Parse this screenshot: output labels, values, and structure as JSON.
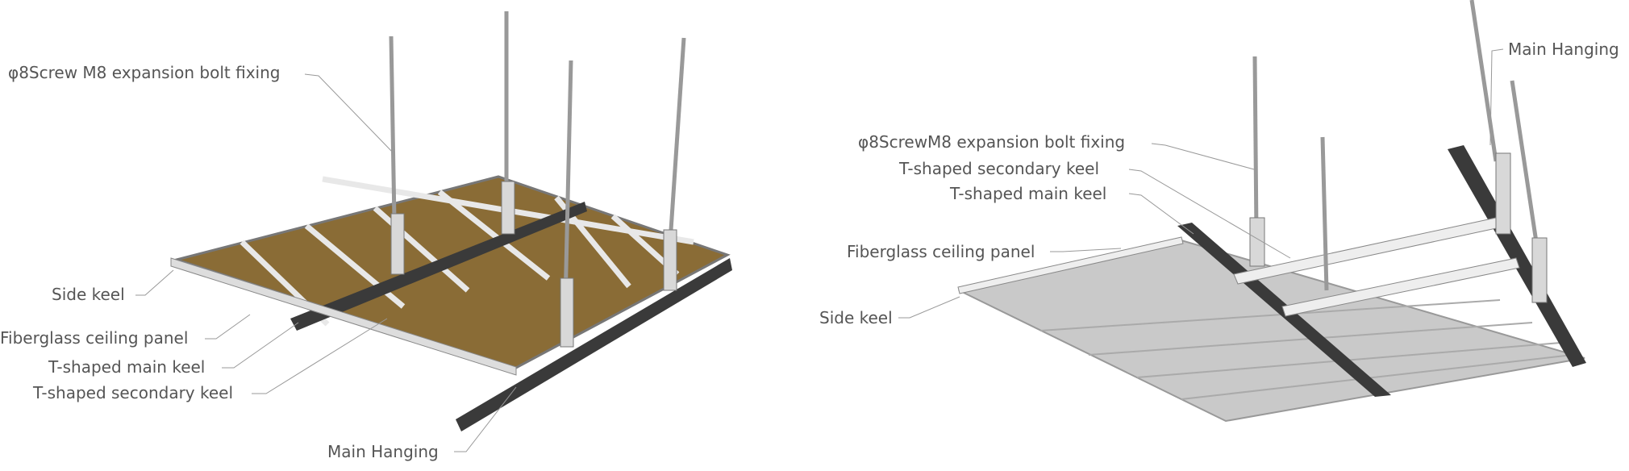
{
  "left_diagram": {
    "labels": {
      "bolt": "φ8Screw M8 expansion bolt fixing",
      "side_keel": "Side keel",
      "panel": "Fiberglass ceiling panel",
      "main_keel": "T-shaped main keel",
      "secondary_keel": "T-shaped secondary keel",
      "main_hanging": "Main Hanging"
    }
  },
  "right_diagram": {
    "labels": {
      "main_hanging": "Main Hanging",
      "bolt": "φ8ScrewM8 expansion bolt fixing",
      "secondary_keel": "T-shaped secondary keel",
      "main_keel": "T-shaped main keel",
      "panel": "Fiberglass ceiling panel",
      "side_keel": "Side keel"
    }
  },
  "colors": {
    "text": "#555555",
    "panel_left": "#8a6c36",
    "panel_right": "#c9c9c9",
    "keel": "#3a3a3a"
  }
}
